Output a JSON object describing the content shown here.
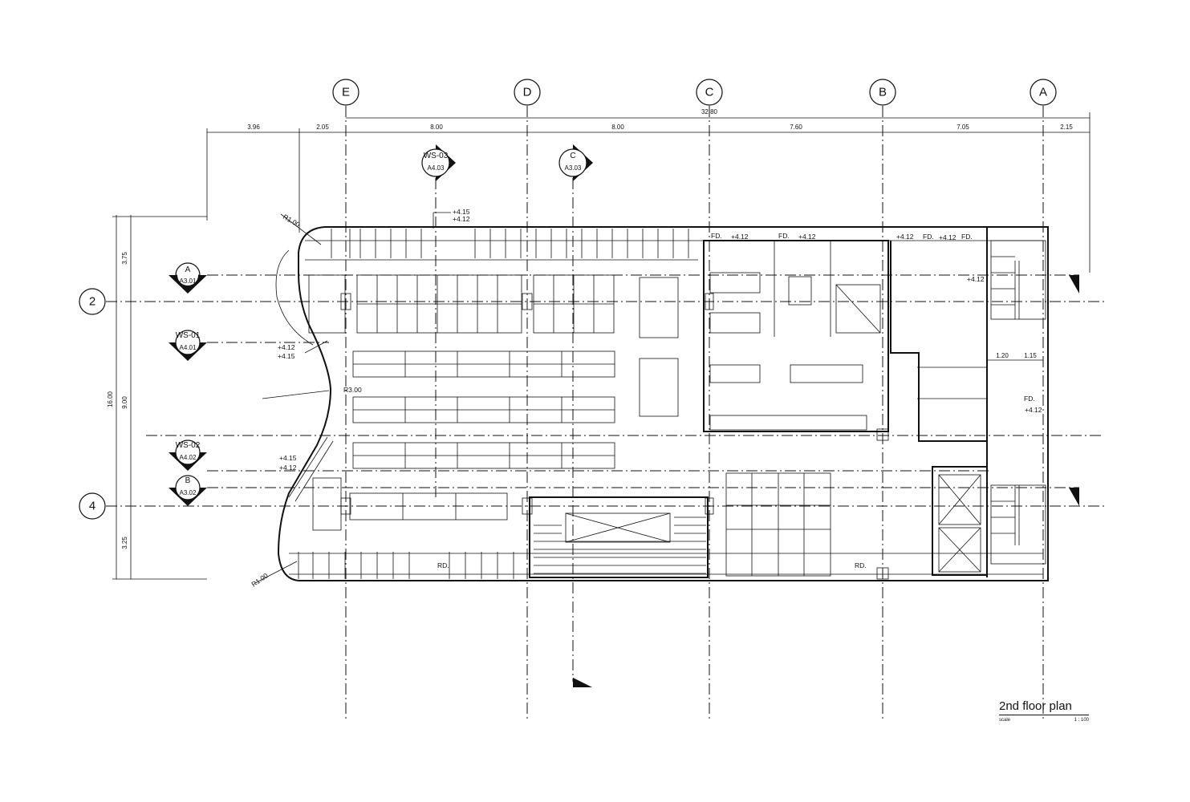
{
  "drawing": {
    "title": "2nd floor plan",
    "scale_label": "scale",
    "scale_value": "1 : 100"
  },
  "grid": {
    "columns": [
      {
        "label": "E"
      },
      {
        "label": "D"
      },
      {
        "label": "C"
      },
      {
        "label": "B"
      },
      {
        "label": "A"
      }
    ],
    "rows": [
      {
        "label": "2"
      },
      {
        "label": "4"
      }
    ]
  },
  "dimensions": {
    "overall": "32.80",
    "top": [
      "3.96",
      "2.05",
      "8.00",
      "8.00",
      "7.60",
      "7.05",
      "2.15"
    ],
    "left_total": "16.00",
    "left": [
      "3.75",
      "9.00",
      "3.25"
    ],
    "stair": [
      "1.20",
      "1.15"
    ]
  },
  "sections": [
    {
      "label": "A",
      "ref": "A3.01"
    },
    {
      "label": "WS-01",
      "ref": "A4.01"
    },
    {
      "label": "WS-02",
      "ref": "A4.02"
    },
    {
      "label": "B",
      "ref": "A3.02"
    },
    {
      "label": "WS-03",
      "ref": "A4.03"
    },
    {
      "label": "C",
      "ref": "A3.03"
    }
  ],
  "levels": {
    "top": [
      "+4.15",
      "+4.12"
    ],
    "left_upper": [
      "+4.12",
      "+4.15"
    ],
    "left_lower": [
      "+4.15",
      "+4.12"
    ],
    "rooms": [
      "+4.12",
      "+4.12",
      "+4.12",
      "+4.12",
      "+4.12",
      "+4.12"
    ]
  },
  "radii": [
    "R1.00",
    "R3.00",
    "R1.00"
  ],
  "tags": [
    "FD.",
    "FD.",
    "FD.",
    "FD.",
    "FD.",
    "RD.",
    "RD."
  ]
}
